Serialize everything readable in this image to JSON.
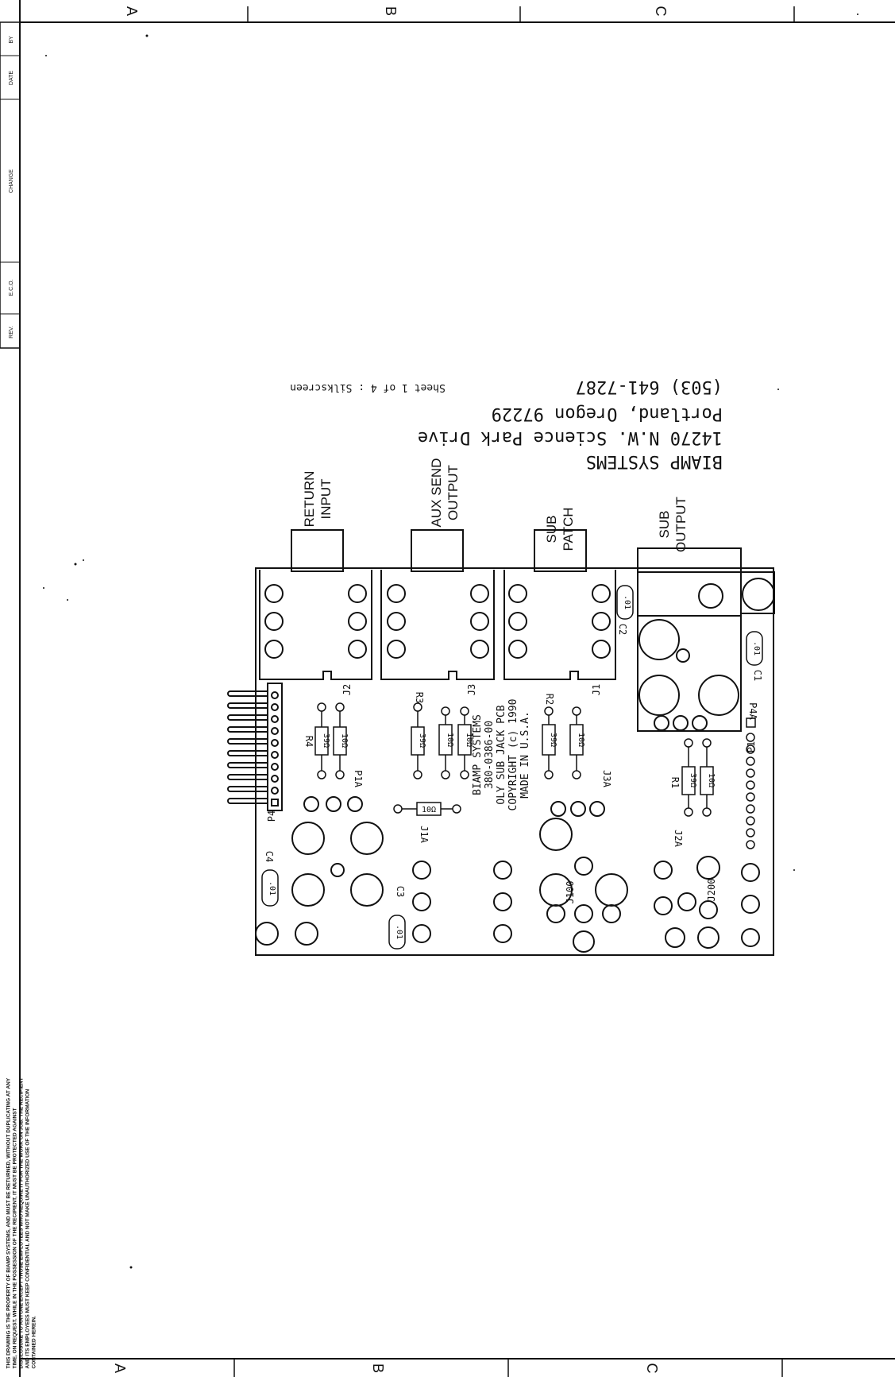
{
  "zones": {
    "top": [
      "A",
      "B",
      "C"
    ],
    "bottom": [
      "A",
      "B",
      "C"
    ]
  },
  "revision_block": {
    "headers": [
      "REV.",
      "E.C.O.",
      "CHANGE",
      "DATE",
      "BY"
    ]
  },
  "sheet_label": "Sheet 1 of 4 : Silkscreen",
  "company": {
    "name": "BIAMP SYSTEMS",
    "street": "14270 N.W. Science Park Drive",
    "city": "Portland, Oregon   97229",
    "phone": "(503) 641-7287"
  },
  "jack_labels": {
    "return": [
      "RETURN",
      "INPUT"
    ],
    "aux": [
      "AUX SEND",
      "OUTPUT"
    ],
    "patch": [
      "SUB",
      "PATCH"
    ],
    "output": [
      "SUB",
      "OUTPUT"
    ]
  },
  "board_text": [
    "BIAMP SYSTEMS",
    "380-0386-00",
    "OLY SUB JACK PCB",
    "COPYRIGHT (c) 1990",
    "MADE IN U.S.A."
  ],
  "refs": {
    "j1": "J1",
    "j2": "J2",
    "j3": "J3",
    "p1": "P1",
    "p4": "P4",
    "p1a": "P1A",
    "p4a": "P4A",
    "j1a": "J1A",
    "j2a": "J2A",
    "j3a": "J3A",
    "j100": "J100",
    "j200": "J200",
    "r1": "R1",
    "r2": "R2",
    "r3": "R3",
    "r4": "R4",
    "c1": "C1",
    "c2": "C2",
    "c3": "C3",
    "c4": "C4"
  },
  "values": {
    "res390": "39Ω",
    "res10": "10Ω",
    "cap01": ".01"
  },
  "disclaimer": "THIS DRAWING IS THE PROPERTY OF BIAMP SYSTEMS, AND MUST BE RETURNED, WITHOUT DUPLICATING AT ANY TIME, ON REQUEST. WHILE IN THE POSSESSION OF THE RECIPIENT, IT MUST BE PROTECTED AGAINST DISCLOSURE TO ANYONE EXCEPT THOSE EMPLOYEES WHO REQUIRE IT FOR THE WORK ON JOB. THE RECIPIENT AND ITS EMPLOYEES MUST KEEP CONFIDENTIAL AND NOT MAKE UNAUTHORIZED USE OF THE INFORMATION CONTAINED HEREIN."
}
